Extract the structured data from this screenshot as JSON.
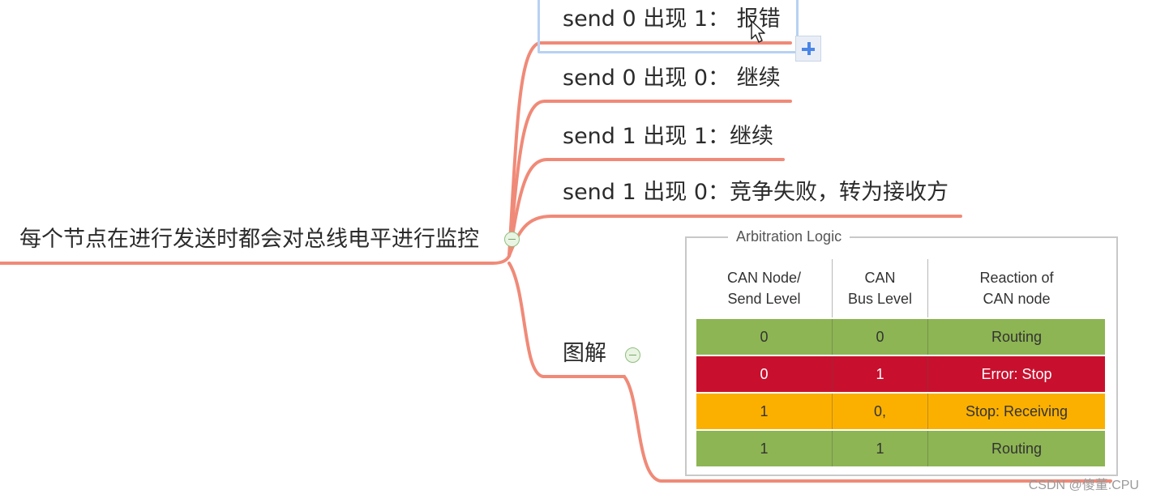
{
  "mindmap": {
    "root_label": "每个节点在进行发送时都会对总线电平进行监控",
    "branches": [
      {
        "label": "send 0 出现 1： 报错"
      },
      {
        "label": "send 0 出现 0： 继续"
      },
      {
        "label": "send 1 出现 1：继续"
      },
      {
        "label": "send 1 出现 0：竞争失败，转为接收方"
      }
    ],
    "diagram_label": "图解"
  },
  "colors": {
    "connector": "#f08a78",
    "selection": "#b7d1f2",
    "green": "#8db553",
    "red": "#c8102e",
    "orange": "#fbb000"
  },
  "arbitration": {
    "title": "Arbitration Logic",
    "headers": [
      [
        "CAN Node/",
        "Send Level"
      ],
      [
        "CAN",
        "Bus Level"
      ],
      [
        "Reaction of",
        "CAN node"
      ]
    ],
    "rows": [
      {
        "cells": [
          "0",
          "0",
          "Routing"
        ],
        "color": "#8db553"
      },
      {
        "cells": [
          "0",
          "1",
          "Error: Stop"
        ],
        "color": "#c8102e"
      },
      {
        "cells": [
          "1",
          "0,",
          "Stop: Receiving"
        ],
        "color": "#fbb000"
      },
      {
        "cells": [
          "1",
          "1",
          "Routing"
        ],
        "color": "#8db553"
      }
    ]
  },
  "watermark": "CSDN @傻董:CPU"
}
